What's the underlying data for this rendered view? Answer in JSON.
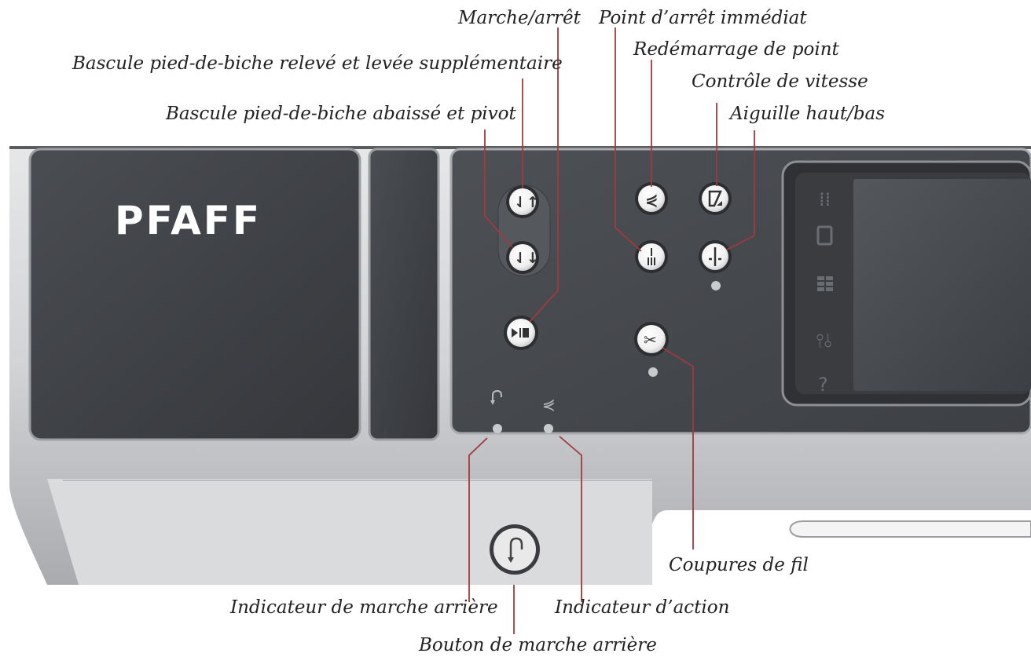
{
  "brand": "PFAFF",
  "colors": {
    "leader_line": "#a03a3c",
    "panel_dark": "#3f4246",
    "body_silver": "#cfd0d2"
  },
  "labels": {
    "on_off": "Marche/arrêt",
    "immediate_stop": "Point d’arrêt immédiat",
    "presser_up": "Bascule pied-de-biche relevé et levée supplémentaire",
    "stitch_restart": "Redémarrage de point",
    "speed_control": "Contrôle de vitesse",
    "presser_down": "Bascule pied-de-biche abaissé et pivot",
    "needle_updown": "Aiguille haut/bas",
    "thread_cutter": "Coupures de fil",
    "reverse_indicator": "Indicateur de marche arrière",
    "action_indicator": "Indicateur d’action",
    "reverse_button": "Bouton de marche arrière"
  },
  "icons": {
    "presser_up": "presser-foot-up-icon",
    "presser_down": "presser-foot-down-icon",
    "start_stop": "start-stop-icon",
    "stitch_restart": "stitch-restart-icon",
    "speed": "speed-control-icon",
    "tie_off": "tie-off-icon",
    "needle": "needle-up-down-icon",
    "cutter": "scissors-icon",
    "reverse": "reverse-icon"
  }
}
